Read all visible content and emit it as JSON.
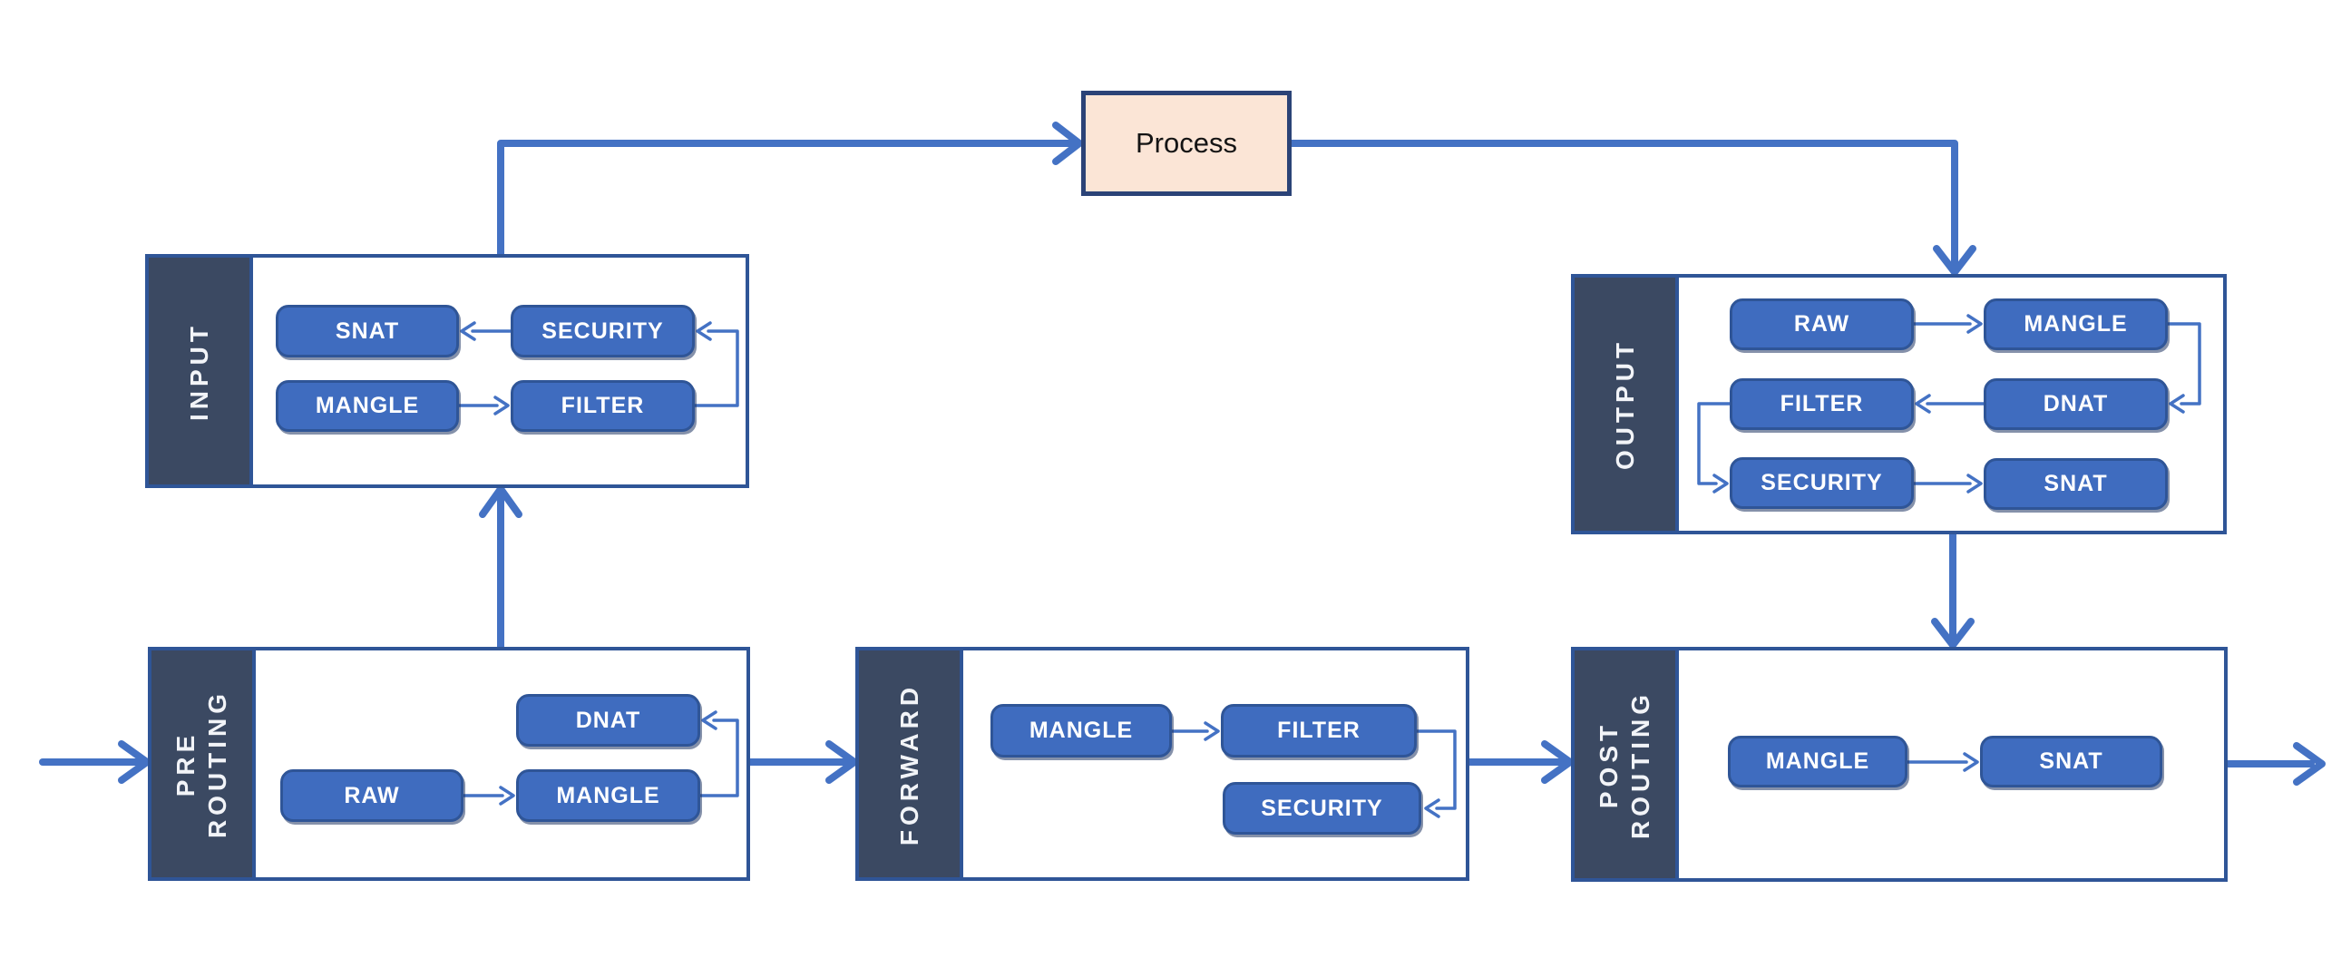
{
  "process": {
    "label": "Process"
  },
  "hooks": {
    "input": {
      "label": "INPUT",
      "chains": {
        "snat": "SNAT",
        "security": "SECURITY",
        "mangle": "MANGLE",
        "filter": "FILTER"
      }
    },
    "output": {
      "label": "OUTPUT",
      "chains": {
        "raw": "RAW",
        "mangle": "MANGLE",
        "filter": "FILTER",
        "dnat": "DNAT",
        "security": "SECURITY",
        "snat": "SNAT"
      }
    },
    "prerouting": {
      "label": "PRE ROUTING",
      "chains": {
        "dnat": "DNAT",
        "raw": "RAW",
        "mangle": "MANGLE"
      }
    },
    "forward": {
      "label": "FORWARD",
      "chains": {
        "mangle": "MANGLE",
        "filter": "FILTER",
        "security": "SECURITY"
      }
    },
    "postrouting": {
      "label": "POST ROUTING",
      "chains": {
        "mangle": "MANGLE",
        "snat": "SNAT"
      }
    }
  },
  "colors": {
    "arrow_blue": "#4472C4",
    "chain_fill": "#3F6CBF",
    "chain_border": "#2F5597",
    "box_border": "#2F5597",
    "sidebar_fill": "#3B4962",
    "process_fill": "#FBE5D6",
    "process_border": "#2B4377"
  }
}
